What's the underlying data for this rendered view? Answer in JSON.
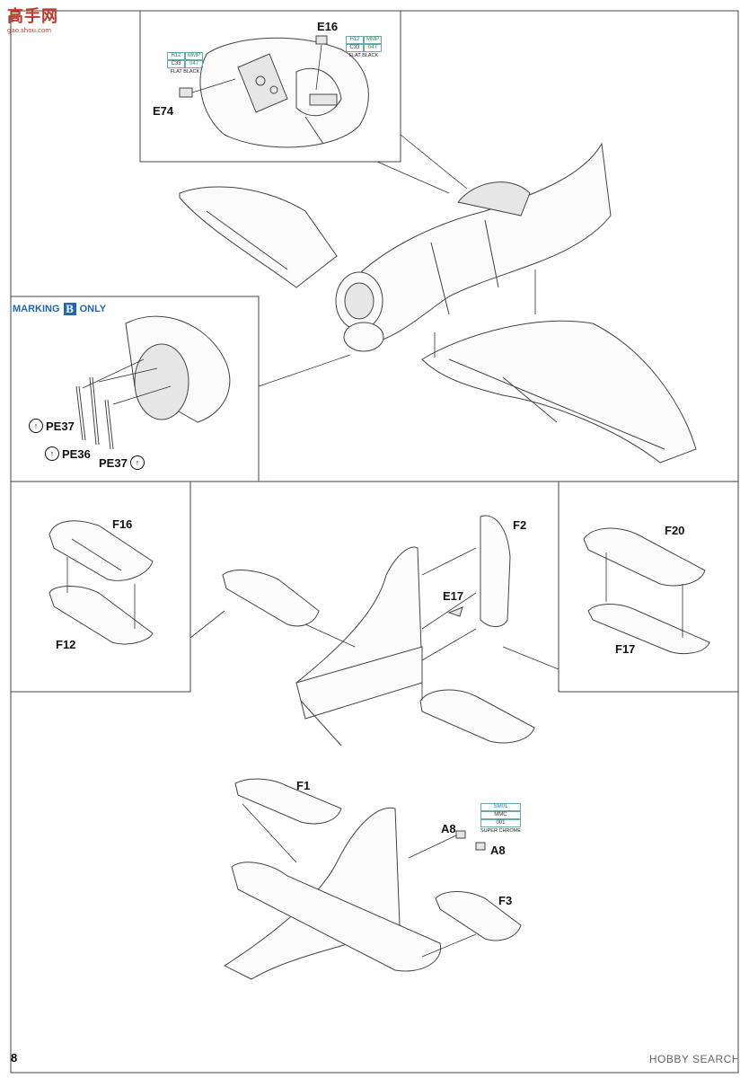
{
  "watermark_logo": {
    "name": "高手网",
    "url": "gao.shou.com"
  },
  "page_number": "8",
  "source_watermark": "HOBBY SEARCH",
  "marking_note": {
    "prefix": "MARKING",
    "letter": "B",
    "suffix": "ONLY"
  },
  "paints": {
    "e74": {
      "c1": "H12",
      "c2": "MMP",
      "c3": "C33",
      "c4": "047",
      "name": "FLAT BLACK"
    },
    "e16": {
      "c1": "H12",
      "c2": "MMP",
      "c3": "C33",
      "c4": "047",
      "name": "FLAT BLACK"
    },
    "a8": {
      "c1": "SM01",
      "c2": "MMC",
      "c3": "001",
      "name": "SUPER CHROME"
    }
  },
  "parts": {
    "e16": "E16",
    "e74": "E74",
    "pe37_a": "PE37",
    "pe36": "PE36",
    "pe37_b": "PE37",
    "f16": "F16",
    "f12": "F12",
    "f2": "F2",
    "e17": "E17",
    "f20": "F20",
    "f17": "F17",
    "f1": "F1",
    "a8_a": "A8",
    "a8_b": "A8",
    "f3": "F3"
  },
  "icons": {
    "photo_etch": "rotate-arrow-icon"
  }
}
